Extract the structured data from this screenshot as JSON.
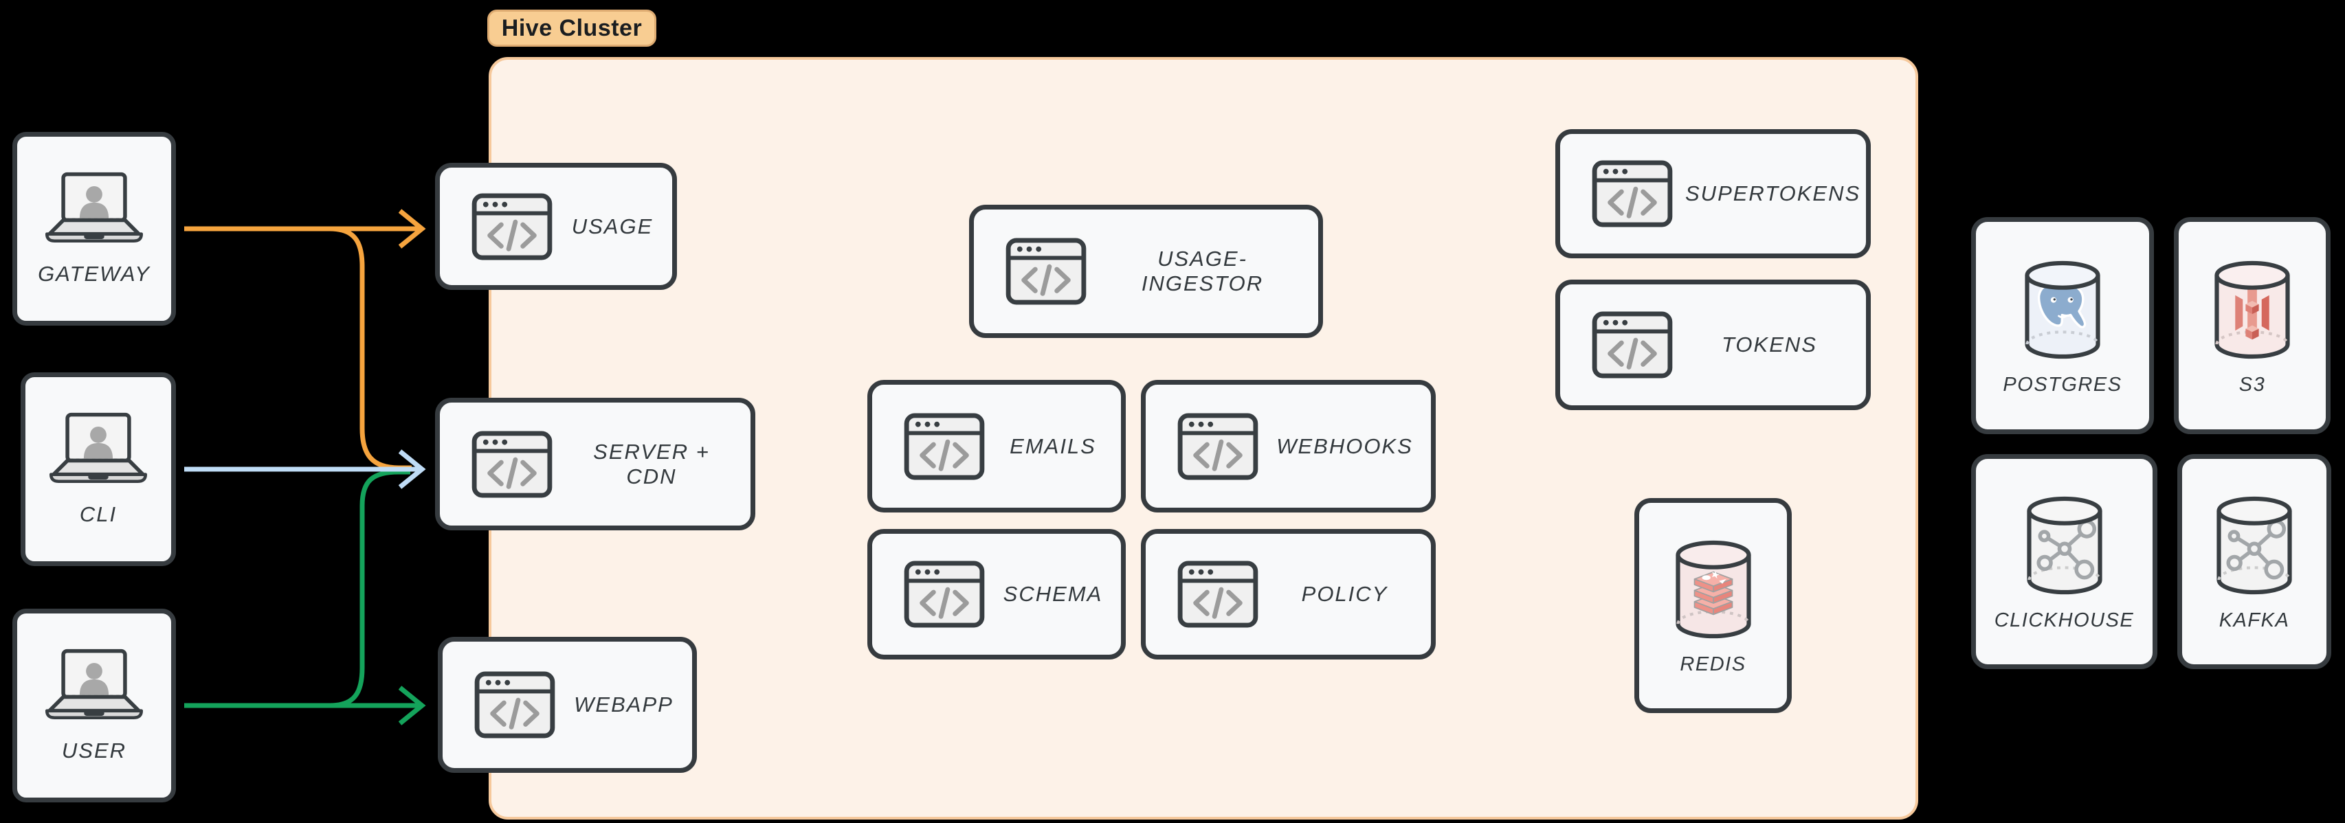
{
  "cluster": {
    "label": "Hive Cluster"
  },
  "clients": {
    "gateway": "GATEWAY",
    "cli": "CLI",
    "user": "USER"
  },
  "services": {
    "usage": "USAGE",
    "server_cdn": "SERVER + CDN",
    "webapp": "WEBAPP",
    "usage_ingestor": "USAGE-INGESTOR",
    "emails": "EMAILS",
    "webhooks": "WEBHOOKS",
    "schema": "SCHEMA",
    "policy": "POLICY",
    "supertokens": "SUPERTOKENS",
    "tokens": "TOKENS",
    "redis": "REDIS"
  },
  "datastores": {
    "postgres": "POSTGRES",
    "s3": "S3",
    "clickhouse": "CLICKHOUSE",
    "kafka": "KAFKA"
  },
  "edges": [
    {
      "id": "gateway-usage",
      "source": "GATEWAY",
      "target": "USAGE",
      "color": "#F6A43E"
    },
    {
      "id": "gateway-server-cdn",
      "source": "GATEWAY",
      "target": "SERVER + CDN",
      "color": "#F6A43E"
    },
    {
      "id": "cli-server-cdn",
      "source": "CLI",
      "target": "SERVER + CDN",
      "color": "#BFDCF6"
    },
    {
      "id": "user-server-cdn",
      "source": "USER",
      "target": "SERVER + CDN",
      "color": "#14A35B"
    },
    {
      "id": "user-webapp",
      "source": "USER",
      "target": "WEBAPP",
      "color": "#14A35B"
    }
  ],
  "colors": {
    "background": "#000000",
    "node_fill": "#F8F9FA",
    "node_border": "#363B3F",
    "node_text": "#33393D",
    "cluster_fill": "#FDF2E8",
    "cluster_border": "#F6C99C",
    "cluster_label_fill": "#F8CD92",
    "cluster_label_border": "#DFAC72",
    "cluster_label_text": "#1A1D20",
    "icon_gray": "#9B9B9B",
    "edge_orange": "#F6A43E",
    "edge_blue": "#BFDCF6",
    "edge_green": "#14A35B"
  }
}
